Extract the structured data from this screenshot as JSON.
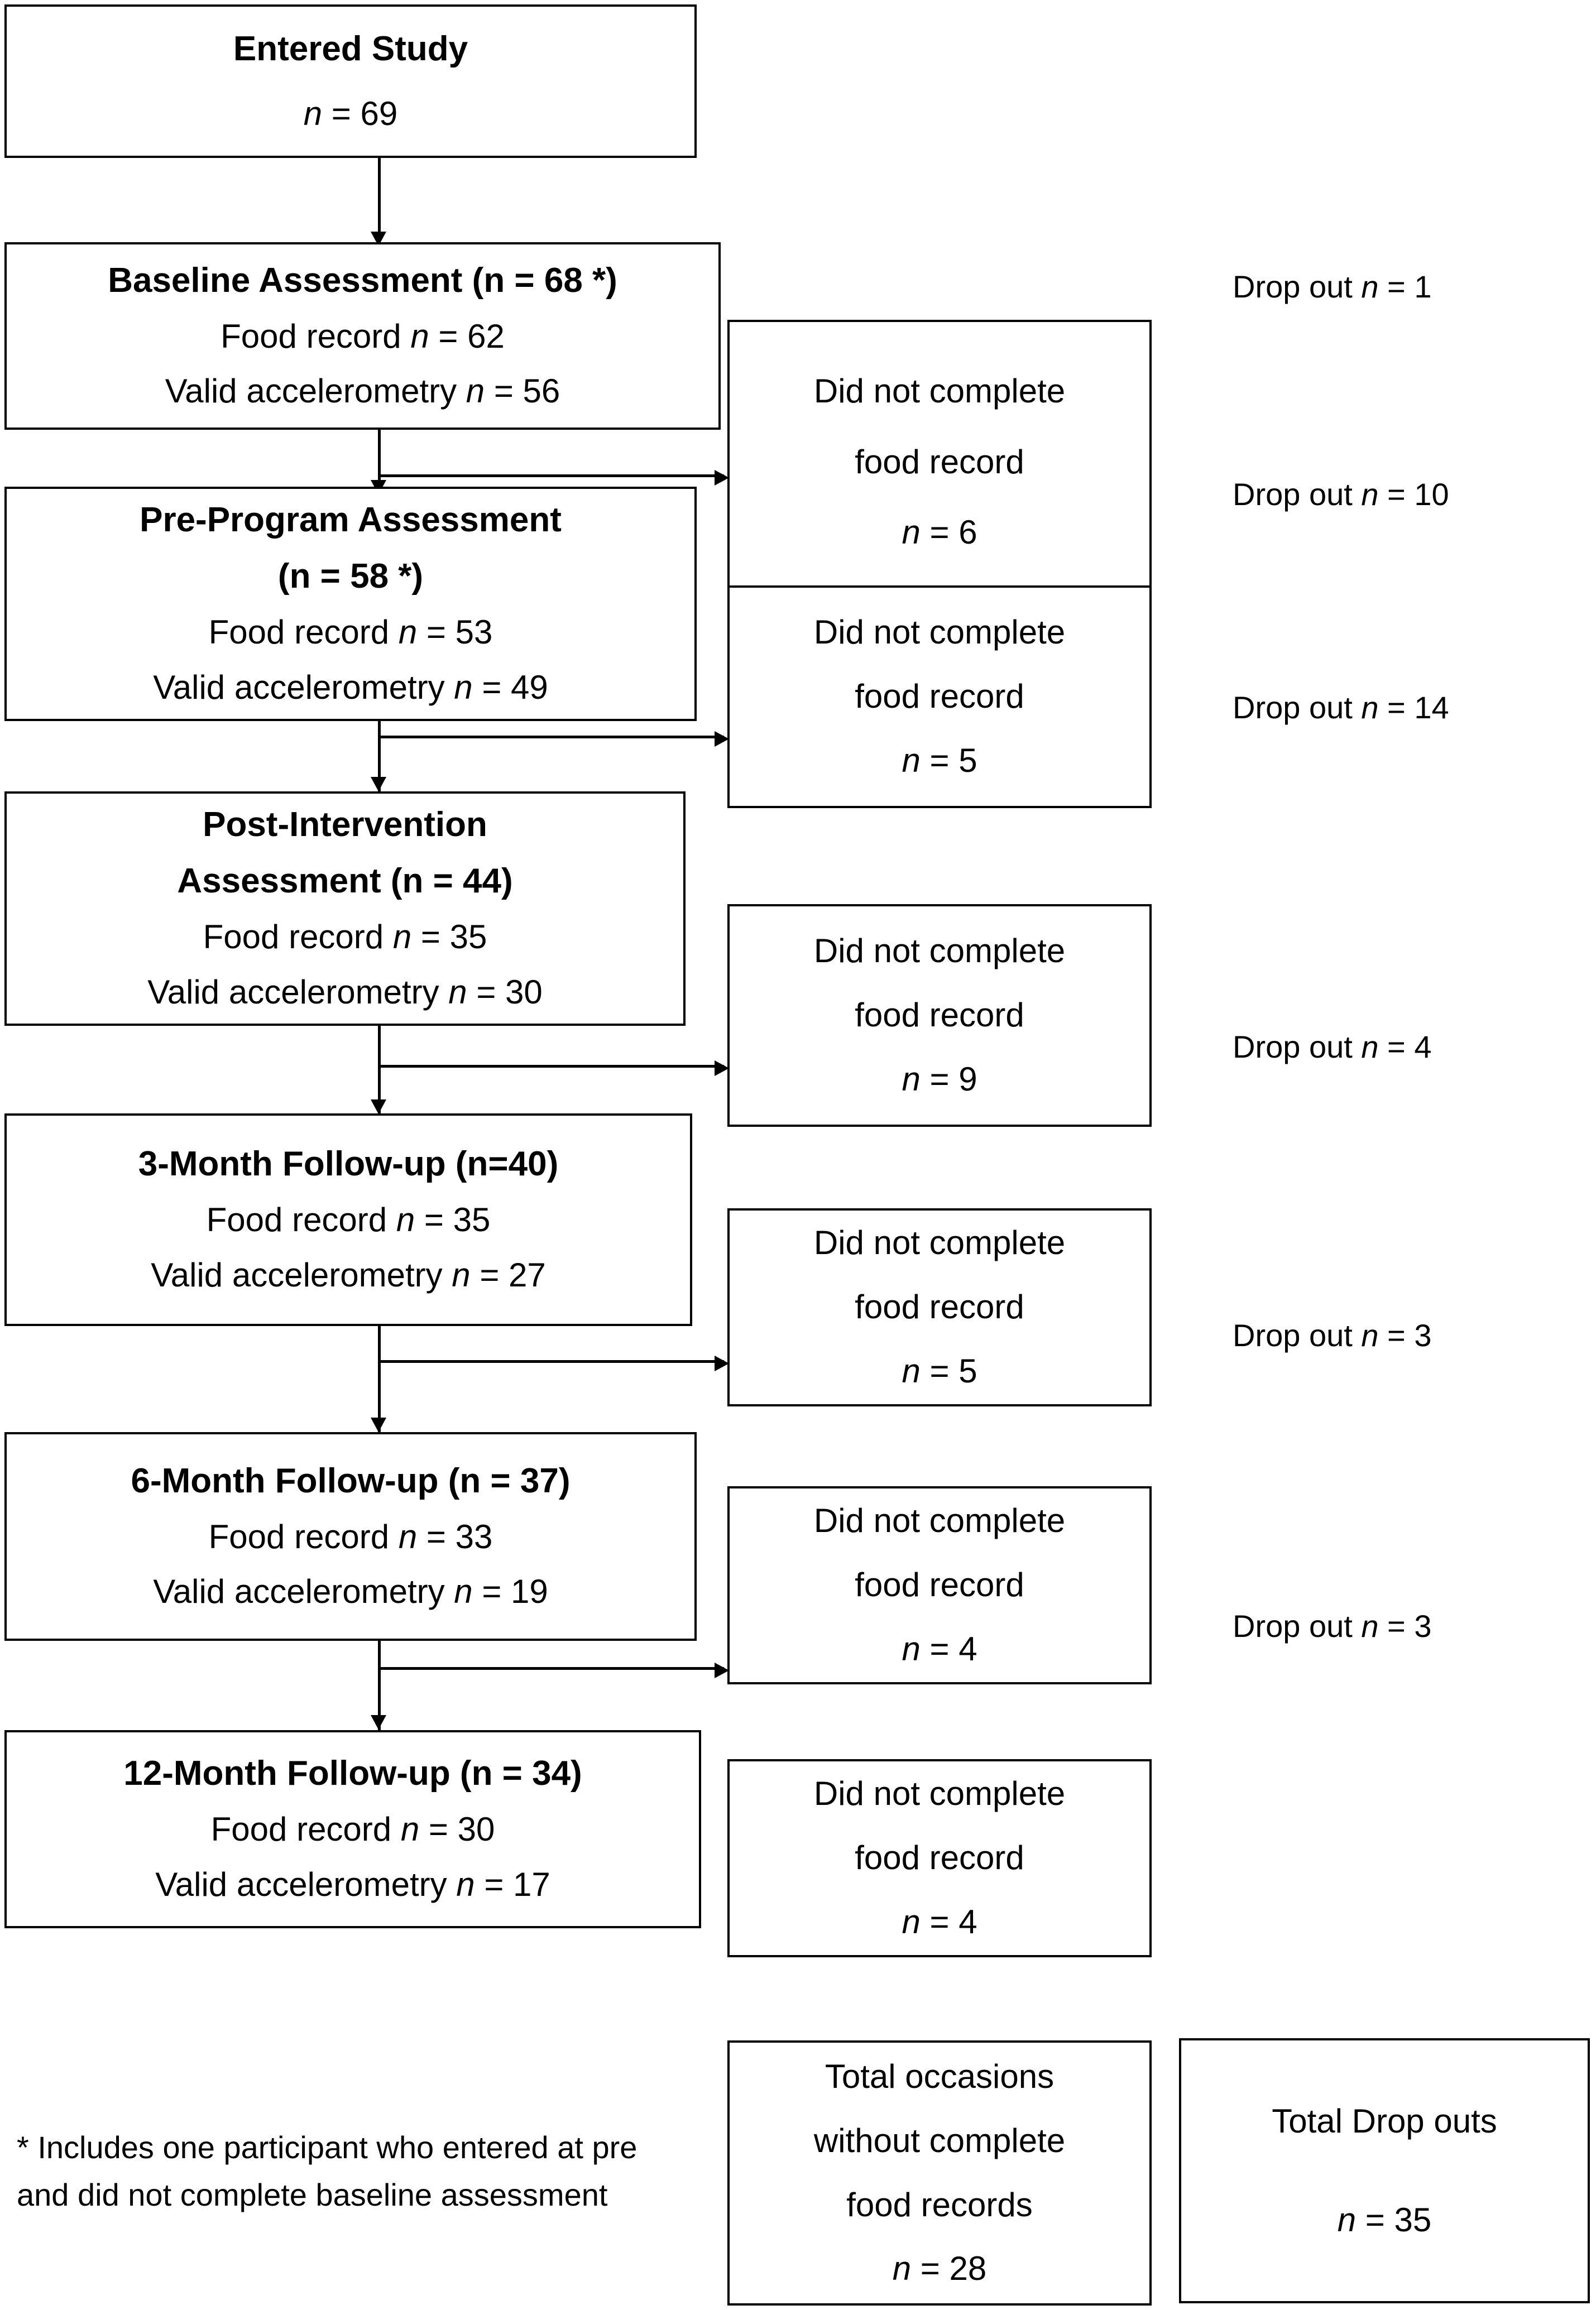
{
  "diagram": {
    "type": "participant-flow-chart",
    "main_boxes": [
      {
        "id": "entered-study",
        "title": "Entered Study",
        "lines": [
          "n = 69"
        ]
      },
      {
        "id": "baseline-assessment",
        "title": "Baseline Assessment (n = 68 *)",
        "lines": [
          "Food record n = 62",
          "Valid accelerometry n = 56"
        ]
      },
      {
        "id": "pre-program-assessment",
        "title": "Pre-Program Assessment",
        "title2": "(n = 58 *)",
        "lines": [
          "Food record n = 53",
          "Valid accelerometry n = 49"
        ]
      },
      {
        "id": "post-intervention-assessment",
        "title": "Post-Intervention",
        "title2": "Assessment (n = 44)",
        "lines": [
          "Food record n = 35",
          "Valid accelerometry n = 30"
        ]
      },
      {
        "id": "three-month-followup",
        "title": "3-Month Follow-up (n=40)",
        "lines": [
          "Food record n = 35",
          "Valid accelerometry n = 27"
        ]
      },
      {
        "id": "six-month-followup",
        "title": "6-Month Follow-up (n = 37)",
        "lines": [
          "Food record n = 33",
          "Valid accelerometry n = 19"
        ]
      },
      {
        "id": "twelve-month-followup",
        "title": "12-Month Follow-up (n = 34)",
        "lines": [
          "Food record n = 30",
          "Valid accelerometry n = 17"
        ]
      }
    ],
    "exclusion_boxes": [
      {
        "id": "excl-1",
        "line1": "Did not complete",
        "line2": "food record",
        "count": "n = 6"
      },
      {
        "id": "excl-2",
        "line1": "Did not complete",
        "line2": "food record",
        "count": "n = 5"
      },
      {
        "id": "excl-3",
        "line1": "Did not complete",
        "line2": "food record",
        "count": "n = 9"
      },
      {
        "id": "excl-4",
        "line1": "Did not complete",
        "line2": "food record",
        "count": "n = 5"
      },
      {
        "id": "excl-5",
        "line1": "Did not complete",
        "line2": "food record",
        "count": "n = 4"
      },
      {
        "id": "excl-6",
        "line1": "Did not complete",
        "line2": "food record",
        "count": "n = 4"
      }
    ],
    "dropout_labels": [
      {
        "id": "dropout-1",
        "text": "Drop out n = 1"
      },
      {
        "id": "dropout-2",
        "text": "Drop out n = 10"
      },
      {
        "id": "dropout-3",
        "text": "Drop out n = 14"
      },
      {
        "id": "dropout-4",
        "text": "Drop out n = 4"
      },
      {
        "id": "dropout-5",
        "text": "Drop out n = 3"
      },
      {
        "id": "dropout-6",
        "text": "Drop out n = 3"
      }
    ],
    "totals": [
      {
        "id": "total-occasions",
        "line1": "Total occasions",
        "line2": "without complete",
        "line3": "food records",
        "count": "n = 28"
      },
      {
        "id": "total-dropouts",
        "line1": "Total Drop outs",
        "count": "n = 35"
      }
    ],
    "footnote": "* Includes one participant who entered at pre and did not complete baseline assessment",
    "colors": {
      "stroke": "#000000",
      "background": "#ffffff",
      "text": "#000000"
    }
  }
}
